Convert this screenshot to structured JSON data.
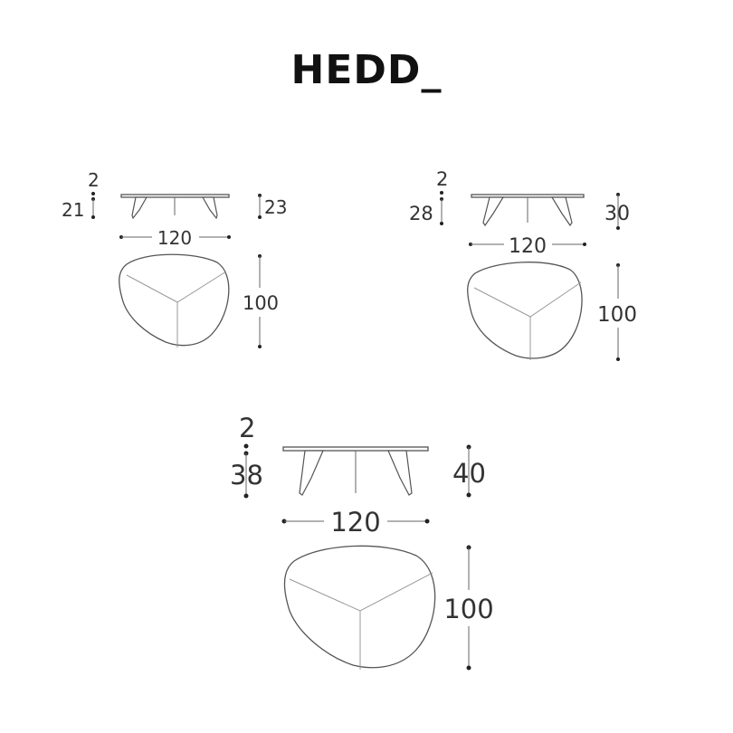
{
  "title": "HEDD_",
  "tables": [
    {
      "top_thickness": "2",
      "table_height": "21",
      "total_height": "23",
      "width": "120",
      "depth": "100"
    },
    {
      "top_thickness": "2",
      "table_height": "28",
      "total_height": "30",
      "width": "120",
      "depth": "100"
    },
    {
      "top_thickness": "2",
      "table_height": "38",
      "total_height": "40",
      "width": "120",
      "depth": "100"
    }
  ]
}
